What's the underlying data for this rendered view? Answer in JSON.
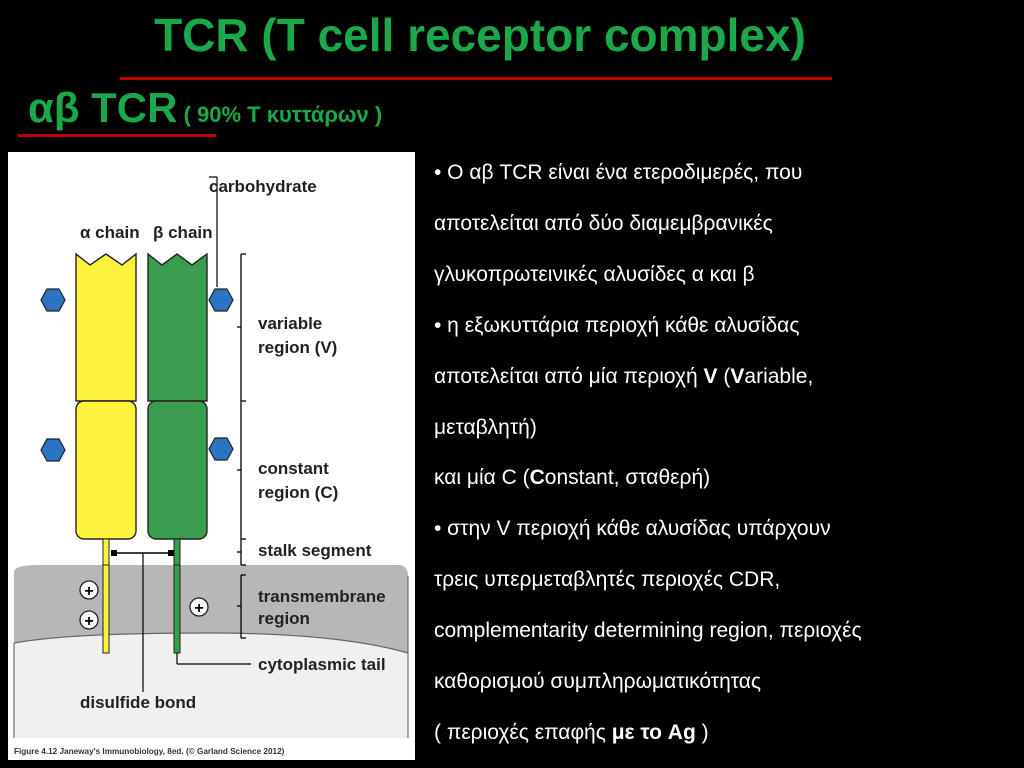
{
  "title": "TCR (T cell receptor complex)",
  "subtitle": {
    "main": "αβ TCR",
    "note": " ( 90% T κυττάρων )"
  },
  "figure": {
    "labels": {
      "carbohydrate": "carbohydrate",
      "alpha_chain": "α  chain",
      "beta_chain": "β  chain",
      "variable_1": "variable",
      "variable_2": "region (V)",
      "constant_1": "constant",
      "constant_2": "region (C)",
      "stalk": "stalk segment",
      "transmembrane_1": "transmembrane",
      "transmembrane_2": "region",
      "cytoplasmic": "cytoplasmic tail",
      "disulfide": "disulfide bond",
      "plus": "+"
    },
    "caption": "Figure 4.12  Janeway's Immunobiology, 8ed. (© Garland Science 2012)",
    "colors": {
      "alpha": "#fff23d",
      "beta": "#3a9d4e",
      "carbohydrate": "#2b74c4",
      "membrane": "#b7b7b7"
    }
  },
  "bullets": {
    "l1": "• Ο αβ TCR είναι ένα ετεροδιμερές, που",
    "l2": "αποτελείται από δύο διαμεμβρανικές",
    "l3": "γλυκοπρωτεινικές αλυσίδες α και β",
    "l4": "• η εξωκυττάρια περιοχή κάθε αλυσίδας",
    "l5a": "αποτελείται από μία περιοχή ",
    "l5b": "V",
    "l5c": " (",
    "l5d": "V",
    "l5e": "ariable,",
    "l6": "μεταβλητή)",
    "l7a": "και μία C (",
    "l7b": "C",
    "l7c": "onstant, σταθερή)",
    "l8": "• στην V περιοχή κάθε αλυσίδας υπάρχουν",
    "l9": " τρεις υπερμεταβλητές περιοχές CDR,",
    "l10": "complementarity determining region, περιοχές",
    "l11": "καθορισμού συμπληρωματικότητας",
    "l12a": "( περιοχές επαφής ",
    "l12b": "με το Ag",
    "l12c": " )"
  }
}
